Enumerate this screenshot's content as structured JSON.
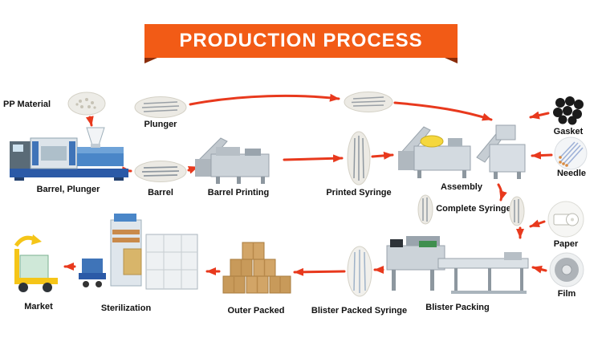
{
  "banner": {
    "title": "PRODUCTION PROCESS"
  },
  "colors": {
    "banner_bg": "#f25b16",
    "arrow": "#e8391d",
    "label_text": "#111111"
  },
  "labels": {
    "pp_material": "PP Material",
    "plunger": "Plunger",
    "barrel_plunger": "Barrel, Plunger",
    "barrel": "Barrel",
    "barrel_printing": "Barrel Printing",
    "printed_syringe": "Printed Syringe",
    "assembly": "Assembly",
    "gasket": "Gasket",
    "needle": "Needle",
    "complete_syringe": "Complete Syringe",
    "paper": "Paper",
    "film": "Film",
    "blister_packing": "Blister Packing",
    "blister_packed_syringe": "Blister Packed Syringe",
    "outer_packed": "Outer Packed",
    "sterilization": "Sterilization",
    "market": "Market"
  },
  "edges": [
    {
      "from": "pp_material",
      "to": "injection_molding_machine"
    },
    {
      "from": "injection_molding_machine",
      "to": "plunger"
    },
    {
      "from": "injection_molding_machine",
      "to": "barrel"
    },
    {
      "from": "plunger",
      "to": "assembly"
    },
    {
      "from": "barrel",
      "to": "barrel_printing"
    },
    {
      "from": "barrel_printing",
      "to": "printed_syringe"
    },
    {
      "from": "printed_syringe",
      "to": "assembly"
    },
    {
      "from": "gasket",
      "to": "assembly"
    },
    {
      "from": "needle",
      "to": "assembly"
    },
    {
      "from": "assembly",
      "to": "complete_syringe"
    },
    {
      "from": "complete_syringe",
      "to": "blister_packing"
    },
    {
      "from": "paper",
      "to": "blister_packing"
    },
    {
      "from": "film",
      "to": "blister_packing"
    },
    {
      "from": "blister_packing",
      "to": "blister_packed_syringe"
    },
    {
      "from": "blister_packed_syringe",
      "to": "outer_packed"
    },
    {
      "from": "outer_packed",
      "to": "sterilization"
    },
    {
      "from": "sterilization",
      "to": "market"
    }
  ]
}
